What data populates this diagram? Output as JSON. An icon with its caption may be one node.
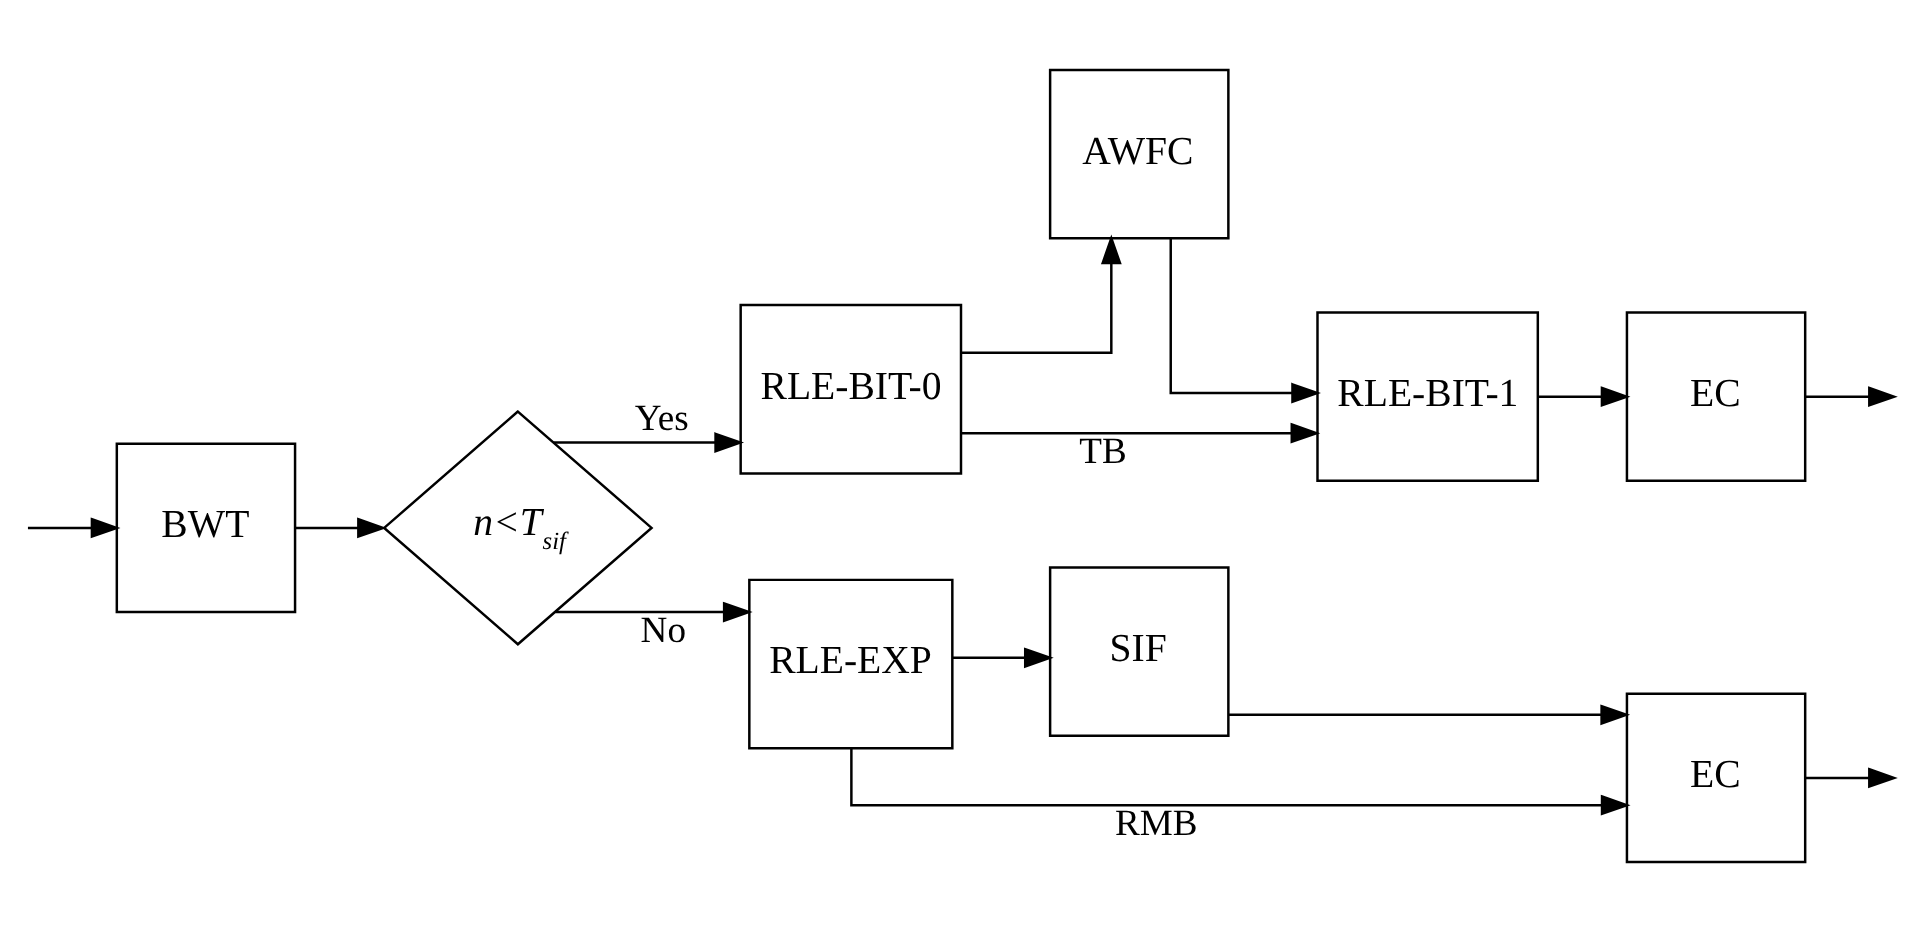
{
  "diagram": {
    "nodes": [
      {
        "text": [
          "BWT"
        ]
      },
      {
        "text": [
          "n<T$_{sif}$"
        ]
      },
      {
        "text": [
          "RLE-BIT-0"
        ]
      },
      {
        "text": [
          "AWFC"
        ]
      },
      {
        "text": [
          "RLE-BIT-1"
        ]
      },
      {
        "text": [
          "EC"
        ]
      },
      {
        "text": [
          "RLE-EXP"
        ]
      },
      {
        "text": [
          "SIF"
        ]
      },
      {
        "text": [
          "EC"
        ]
      }
    ],
    "edges": [
      {
        "from": null,
        "to": 0,
        "arrow": "to"
      },
      {
        "from": 0,
        "to": 1,
        "arrow": "to"
      },
      {
        "from": 1,
        "to": 2,
        "arrow": "to",
        "label": "Yes"
      },
      {
        "from": 2,
        "to": 3,
        "arrow": "to"
      },
      {
        "from": 3,
        "to": 4,
        "arrow": "to"
      },
      {
        "from": 4,
        "to": 5,
        "arrow": "to"
      },
      {
        "from": 2,
        "to": 4,
        "arrow": "to",
        "label": "TB"
      },
      {
        "from": 5,
        "to": null,
        "arrow": "to"
      },
      {
        "from": 1,
        "to": 6,
        "arrow": "to",
        "label": "No"
      },
      {
        "from": 6,
        "to": 7,
        "arrow": "to"
      },
      {
        "from": 7,
        "to": 8,
        "arrow": "to"
      },
      {
        "from": 6,
        "to": 8,
        "arrow": "to",
        "label": "RMB"
      },
      {
        "from": 8,
        "to": null,
        "arrow": "to"
      }
    ]
  }
}
